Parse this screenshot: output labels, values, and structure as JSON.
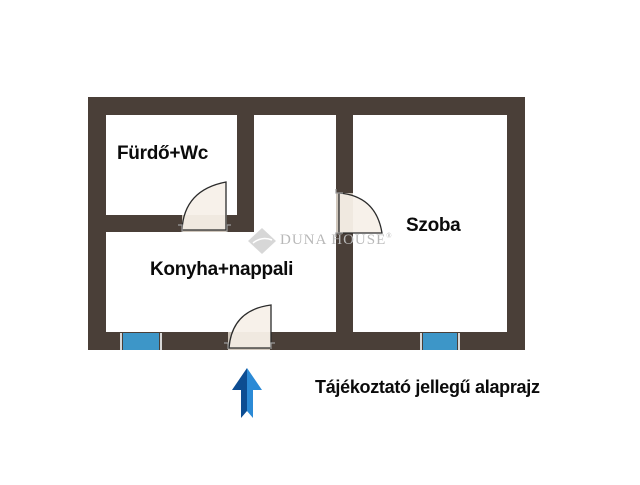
{
  "floorplan": {
    "rooms": [
      {
        "id": "bathroom",
        "label": "Fürdő+Wc"
      },
      {
        "id": "kitchen-living",
        "label": "Konyha+nappali"
      },
      {
        "id": "room",
        "label": "Szoba"
      }
    ],
    "caption": "Tájékoztató jellegű alaprajz",
    "watermark": {
      "brand": "DUNA HOUSE",
      "mark": "®"
    },
    "north_arrow": "north-arrow-icon",
    "colors": {
      "wall": "#4a3f38",
      "window": "#3d96c8",
      "door_fill": "#f6efe6",
      "door_stroke": "#2b2b2b",
      "arrow_dark": "#0d4d92",
      "arrow_light": "#2b8ad6",
      "text": "#0b0b0b",
      "watermark": "#b8b8b8"
    }
  }
}
